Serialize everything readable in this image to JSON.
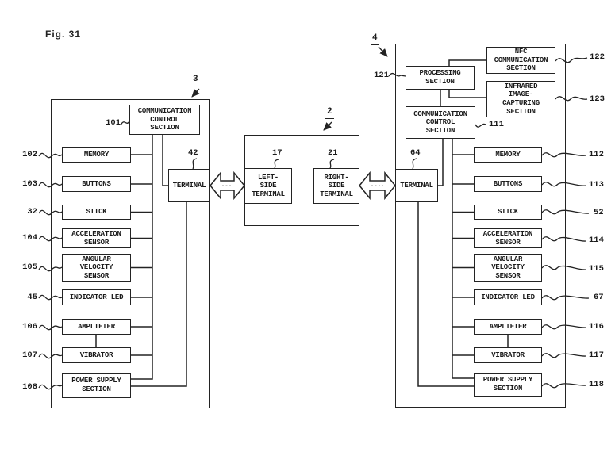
{
  "figure": {
    "title": "Fig. 31"
  },
  "colors": {
    "line": "#232323",
    "background": "#ffffff"
  },
  "left": {
    "ref": "3",
    "comm_control": {
      "ref": "101",
      "label": "COMMUNICATION\nCONTROL\nSECTION"
    },
    "terminal": {
      "ref": "42",
      "label": "TERMINAL"
    },
    "components": [
      {
        "ref": "102",
        "label": "MEMORY"
      },
      {
        "ref": "103",
        "label": "BUTTONS"
      },
      {
        "ref": "32",
        "label": "STICK"
      },
      {
        "ref": "104",
        "label": "ACCELERATION\nSENSOR"
      },
      {
        "ref": "105",
        "label": "ANGULAR\nVELOCITY\nSENSOR"
      },
      {
        "ref": "45",
        "label": "INDICATOR LED"
      },
      {
        "ref": "106",
        "label": "AMPLIFIER"
      },
      {
        "ref": "107",
        "label": "VIBRATOR"
      },
      {
        "ref": "108",
        "label": "POWER SUPPLY\nSECTION"
      }
    ]
  },
  "main": {
    "ref": "2",
    "left_terminal": {
      "ref": "17",
      "label": "LEFT-\nSIDE\nTERMINAL"
    },
    "right_terminal": {
      "ref": "21",
      "label": "RIGHT-\nSIDE\nTERMINAL"
    }
  },
  "right": {
    "ref": "4",
    "processing": {
      "ref": "121",
      "label": "PROCESSING\nSECTION"
    },
    "nfc": {
      "ref": "122",
      "label": "NFC\nCOMMUNICATION\nSECTION"
    },
    "infrared": {
      "ref": "123",
      "label": "INFRARED\nIMAGE-\nCAPTURING\nSECTION"
    },
    "comm_control": {
      "ref": "111",
      "label": "COMMUNICATION\nCONTROL\nSECTION"
    },
    "terminal": {
      "ref": "64",
      "label": "TERMINAL"
    },
    "components": [
      {
        "ref": "112",
        "label": "MEMORY"
      },
      {
        "ref": "113",
        "label": "BUTTONS"
      },
      {
        "ref": "52",
        "label": "STICK"
      },
      {
        "ref": "114",
        "label": "ACCELERATION\nSENSOR"
      },
      {
        "ref": "115",
        "label": "ANGULAR\nVELOCITY\nSENSOR"
      },
      {
        "ref": "67",
        "label": "INDICATOR LED"
      },
      {
        "ref": "116",
        "label": "AMPLIFIER"
      },
      {
        "ref": "117",
        "label": "VIBRATOR"
      },
      {
        "ref": "118",
        "label": "POWER SUPPLY\nSECTION"
      }
    ]
  }
}
